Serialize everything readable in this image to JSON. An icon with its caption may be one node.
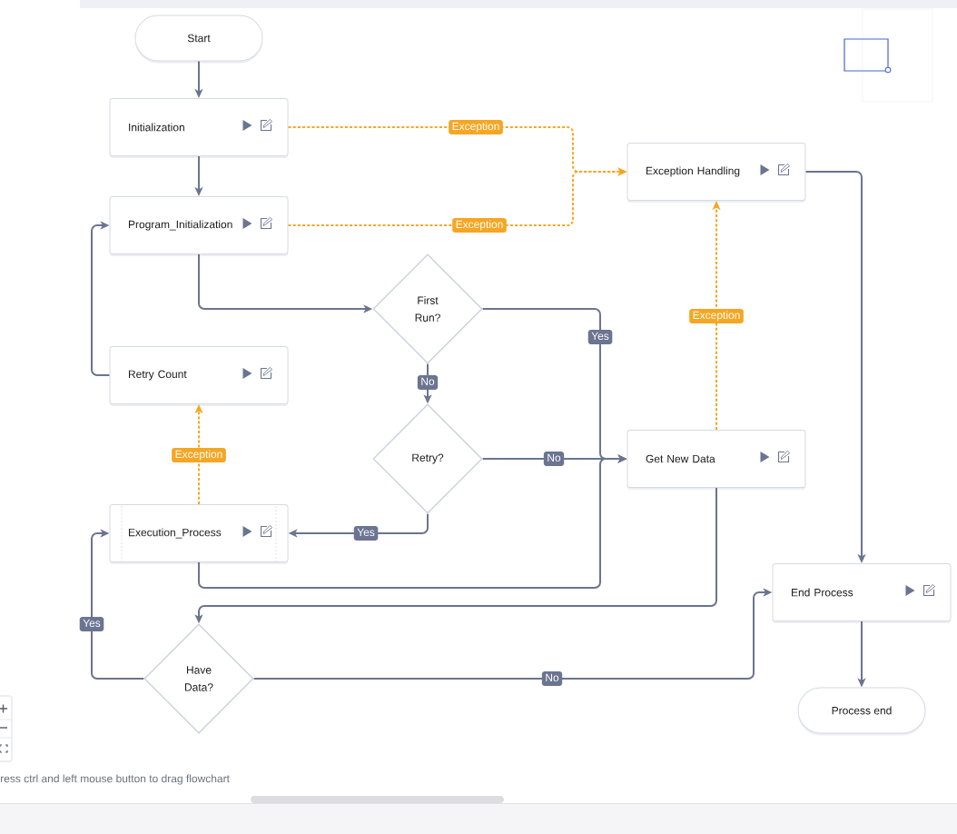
{
  "diagram": {
    "nodes": [
      {
        "text": [
          "Start"
        ]
      },
      {
        "text": [
          "Initialization"
        ]
      },
      {
        "text": [
          "Program_Initialization"
        ]
      },
      {
        "text": [
          "Exception Handling"
        ]
      },
      {
        "text": [
          "First Run?"
        ]
      },
      {
        "text": [
          "Retry Count"
        ]
      },
      {
        "text": [
          "Retry?"
        ]
      },
      {
        "text": [
          "Get New Data"
        ]
      },
      {
        "text": [
          "Execution_Process"
        ]
      },
      {
        "text": [
          "End Process"
        ]
      },
      {
        "text": [
          "Have Data?"
        ]
      },
      {
        "text": [
          "Process end"
        ]
      }
    ],
    "edges": [
      {
        "from": 0,
        "to": 1,
        "arrow": "to"
      },
      {
        "from": 1,
        "to": 2,
        "arrow": "to"
      },
      {
        "from": 1,
        "to": 3,
        "arrow": "to",
        "label": "Exception",
        "style": "dashed",
        "color": "#f5a623"
      },
      {
        "from": 2,
        "to": 3,
        "arrow": "to",
        "label": "Exception",
        "style": "dashed",
        "color": "#f5a623"
      },
      {
        "from": 2,
        "to": 4,
        "arrow": "to"
      },
      {
        "from": 4,
        "to": 7,
        "arrow": "to",
        "label": "Yes"
      },
      {
        "from": 4,
        "to": 6,
        "arrow": "to",
        "label": "No"
      },
      {
        "from": 6,
        "to": 7,
        "arrow": "to",
        "label": "No"
      },
      {
        "from": 6,
        "to": 8,
        "arrow": "to",
        "label": "Yes"
      },
      {
        "from": 5,
        "to": 2,
        "arrow": "to"
      },
      {
        "from": 8,
        "to": 5,
        "arrow": "to",
        "label": "Exception",
        "style": "dashed",
        "color": "#f5a623"
      },
      {
        "from": 8,
        "to": 7,
        "arrow": "to"
      },
      {
        "from": 7,
        "to": 3,
        "arrow": "to",
        "label": "Exception",
        "style": "dashed",
        "color": "#f5a623"
      },
      {
        "from": 7,
        "to": 10,
        "arrow": "to"
      },
      {
        "from": 3,
        "to": 9,
        "arrow": "to"
      },
      {
        "from": 10,
        "to": 8,
        "arrow": "to",
        "label": "Yes"
      },
      {
        "from": 10,
        "to": 9,
        "arrow": "to",
        "label": "No"
      },
      {
        "from": 9,
        "to": 11,
        "arrow": "to"
      }
    ],
    "labels": [
      "ress ctrl and left mouse button to drag flowchart"
    ]
  }
}
